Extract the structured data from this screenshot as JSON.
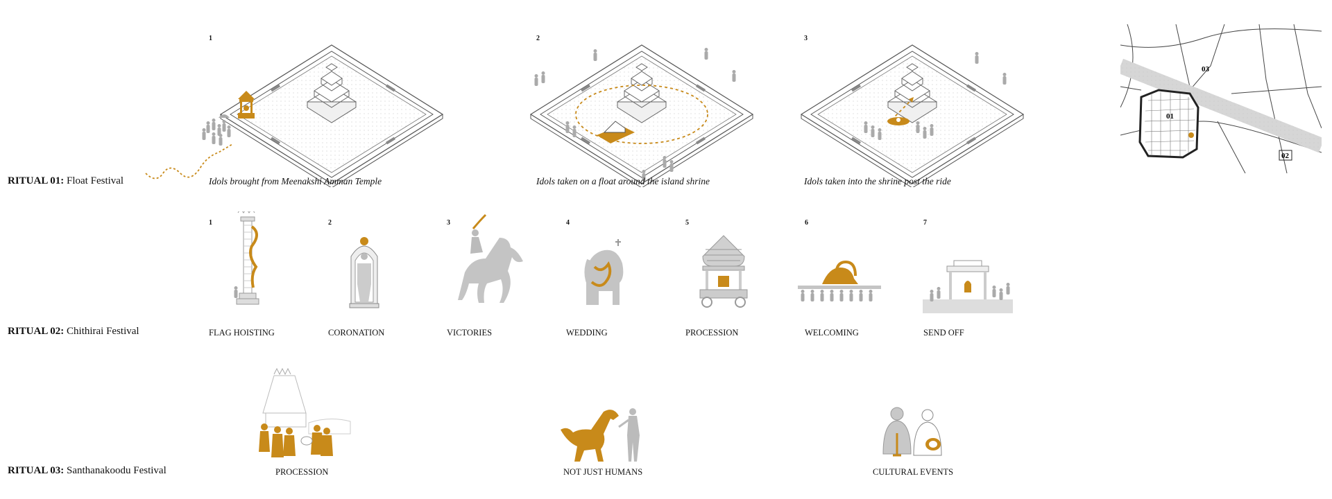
{
  "colors": {
    "accent": "#c88a1a",
    "figure_grey": "#bdbdbd",
    "line": "#444444"
  },
  "ritual1": {
    "prefix": "RITUAL 01:",
    "name": "Float Festival",
    "steps": [
      {
        "number": "1",
        "caption": "Idols brought from Meenakshi Amman Temple"
      },
      {
        "number": "2",
        "caption": "Idols taken on a float around the island shrine"
      },
      {
        "number": "3",
        "caption": "Idols taken into the shrine post the ride"
      }
    ]
  },
  "map": {
    "labels": [
      "01",
      "02",
      "03"
    ]
  },
  "ritual2": {
    "prefix": "RITUAL 02:",
    "name": "Chithirai Festival",
    "steps": [
      {
        "number": "1",
        "label": "FLAG HOISTING",
        "icon": "flag-pillar-icon"
      },
      {
        "number": "2",
        "label": "CORONATION",
        "icon": "deity-idol-icon"
      },
      {
        "number": "3",
        "label": "VICTORIES",
        "icon": "horse-rider-icon"
      },
      {
        "number": "4",
        "label": "WEDDING",
        "icon": "elephant-icon"
      },
      {
        "number": "5",
        "label": "PROCESSION",
        "icon": "temple-chariot-icon"
      },
      {
        "number": "6",
        "label": "WELCOMING",
        "icon": "palanquin-bearers-icon"
      },
      {
        "number": "7",
        "label": "SEND OFF",
        "icon": "pavilion-crowd-icon"
      }
    ]
  },
  "ritual3": {
    "prefix": "RITUAL 03:",
    "name": "Santhanakoodu Festival",
    "items": [
      {
        "label": "PROCESSION",
        "icon": "sandalwood-procession-icon"
      },
      {
        "label": "NOT JUST HUMANS",
        "icon": "horse-and-man-icon"
      },
      {
        "label": "CULTURAL EVENTS",
        "icon": "musicians-icon"
      }
    ]
  }
}
